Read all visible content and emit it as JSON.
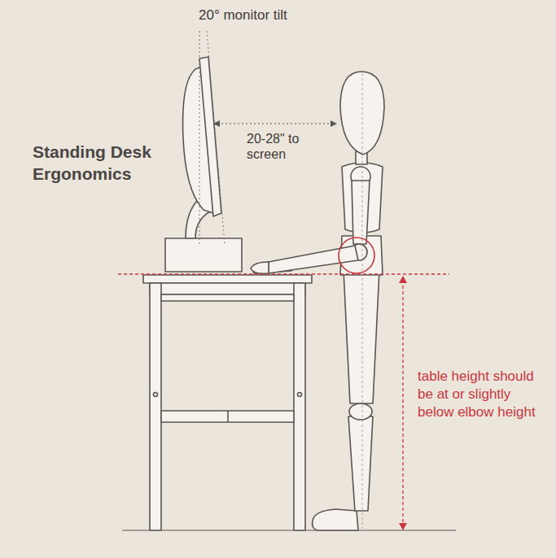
{
  "diagram": {
    "title": "Standing Desk Ergonomics",
    "labels": [
      "20° monitor tilt",
      "20-28\" to screen",
      "table height should be at or slightly below elbow height"
    ]
  }
}
